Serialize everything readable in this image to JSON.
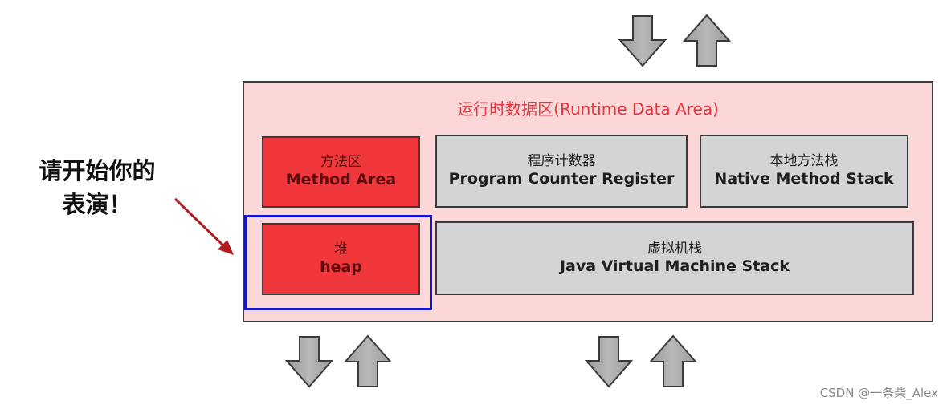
{
  "diagram": {
    "title": "运行时数据区(Runtime Data Area)",
    "method_area": {
      "zh": "方法区",
      "en": "Method Area"
    },
    "pc_register": {
      "zh": "程序计数器",
      "en": "Program Counter Register"
    },
    "native_stack": {
      "zh": "本地方法栈",
      "en": "Native Method Stack"
    },
    "heap": {
      "zh": "堆",
      "en": "heap"
    },
    "jvm_stack": {
      "zh": "虚拟机栈",
      "en": "Java Virtual Machine Stack"
    }
  },
  "annotation": {
    "line1": "请开始你的",
    "line2": "表演！"
  },
  "watermark": "CSDN @一条柴_Alex",
  "colors": {
    "runtime_bg": "#fbd7d7",
    "title": "#e8343e",
    "red_block": "#f0373c",
    "gray_block": "#d4d4d4",
    "highlight": "#1414c8",
    "pointer_arrow": "#b01c22",
    "io_arrow_fill": "#a8a8a8"
  }
}
